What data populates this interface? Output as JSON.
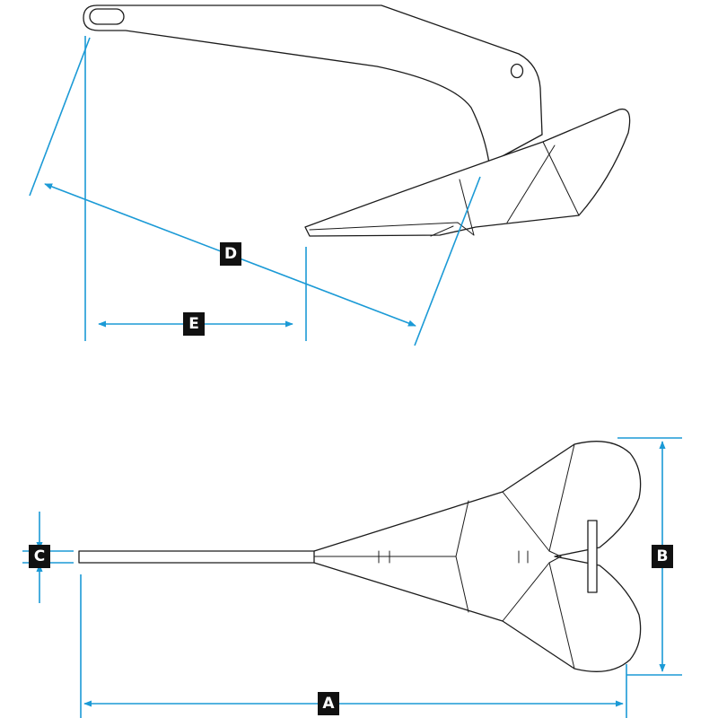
{
  "colors": {
    "dimension_line": "#1b9ad6",
    "outline": "#1c1c1c",
    "label_background": "#111111",
    "label_text": "#ffffff"
  },
  "labels": {
    "A": "A",
    "B": "B",
    "C": "C",
    "D": "D",
    "E": "E"
  }
}
